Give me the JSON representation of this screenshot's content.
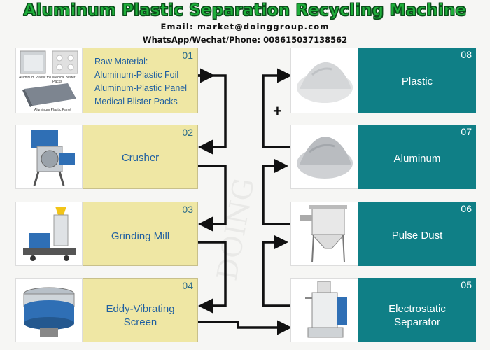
{
  "header": {
    "title": "Aluminum Plastic Separation Recycling Machine",
    "email": "Email: market@doinggroup.com",
    "phone": "WhatsApp/Wechat/Phone: 008615037138562"
  },
  "left_steps": [
    {
      "num": "01",
      "lines": [
        "Raw Material:",
        "Aluminum-Plastic Foil",
        "Aluminum-Plastic Panel",
        "Medical Blister Packs"
      ],
      "thumb_labels": [
        "Aluminum Plastic foil",
        "Medical Blister Packs",
        "Aluminum Plastic Panel"
      ]
    },
    {
      "num": "02",
      "label": "Crusher"
    },
    {
      "num": "03",
      "label": "Grinding Mill"
    },
    {
      "num": "04",
      "label": "Eddy-Vibrating Screen"
    }
  ],
  "right_steps": [
    {
      "num": "08",
      "label": "Plastic"
    },
    {
      "num": "07",
      "label": "Aluminum"
    },
    {
      "num": "06",
      "label": "Pulse Dust"
    },
    {
      "num": "05",
      "label": "Electrostatic Separator"
    }
  ],
  "plus_sign": "+",
  "watermark": "DOING",
  "colors": {
    "title_green": "#1fae3a",
    "yellow_box": "#efe7a4",
    "teal_box": "#0f7f86",
    "arrow": "#111111"
  }
}
